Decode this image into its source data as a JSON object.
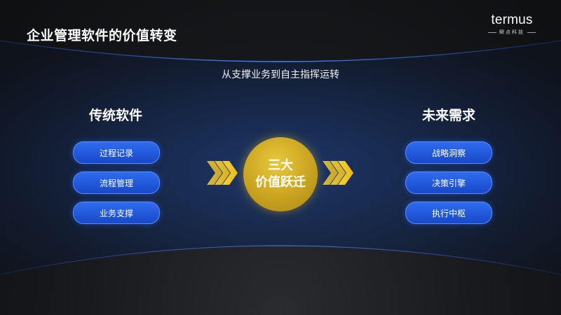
{
  "title": "企业管理软件的价值转变",
  "logo": {
    "word": "termus",
    "sub": "瞬点科技"
  },
  "subtitle": "从支撑业务到自主指挥运转",
  "left": {
    "heading": "传统软件",
    "items": [
      "过程记录",
      "流程管理",
      "业务支撑"
    ]
  },
  "right": {
    "heading": "未来需求",
    "items": [
      "战略洞察",
      "决策引擎",
      "执行中枢"
    ]
  },
  "center": {
    "line1": "三大",
    "line2": "价值跃迁"
  },
  "colors": {
    "accent_blue": "#2563eb",
    "accent_gold": "#d4b02a",
    "arrow_yellow": "#f2cc2a",
    "background": "#111214"
  }
}
